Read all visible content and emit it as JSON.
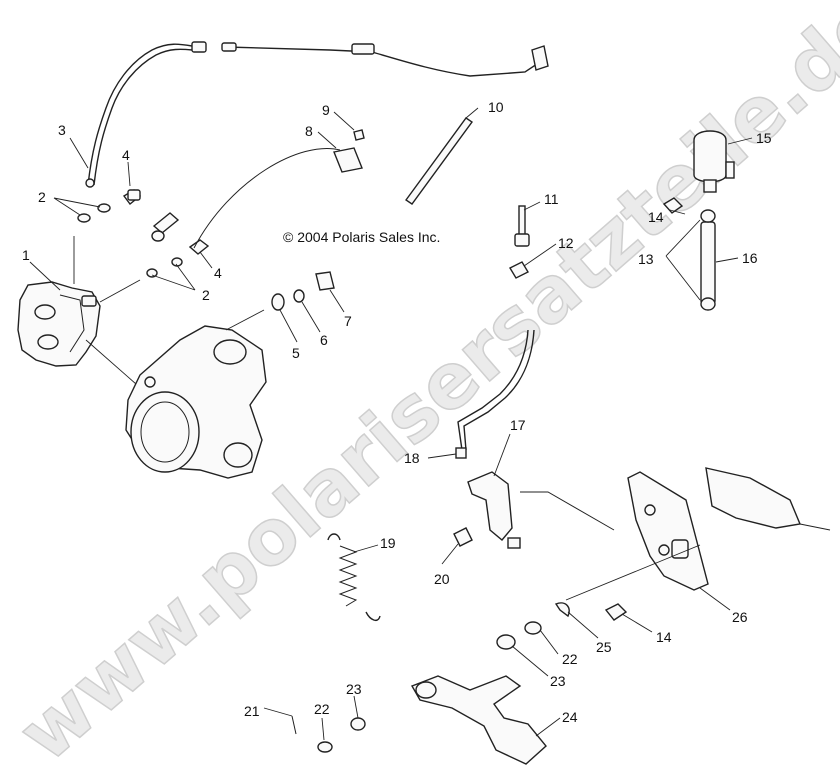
{
  "diagram": {
    "copyright": "© 2004 Polaris Sales Inc.",
    "watermark": "www.polarisersatzteile.de",
    "callouts": [
      "1",
      "2",
      "2",
      "3",
      "4",
      "4",
      "5",
      "6",
      "7",
      "8",
      "9",
      "10",
      "11",
      "12",
      "13",
      "14",
      "14",
      "15",
      "16",
      "17",
      "18",
      "19",
      "20",
      "21",
      "22",
      "22",
      "23",
      "23",
      "24",
      "25",
      "26"
    ]
  }
}
